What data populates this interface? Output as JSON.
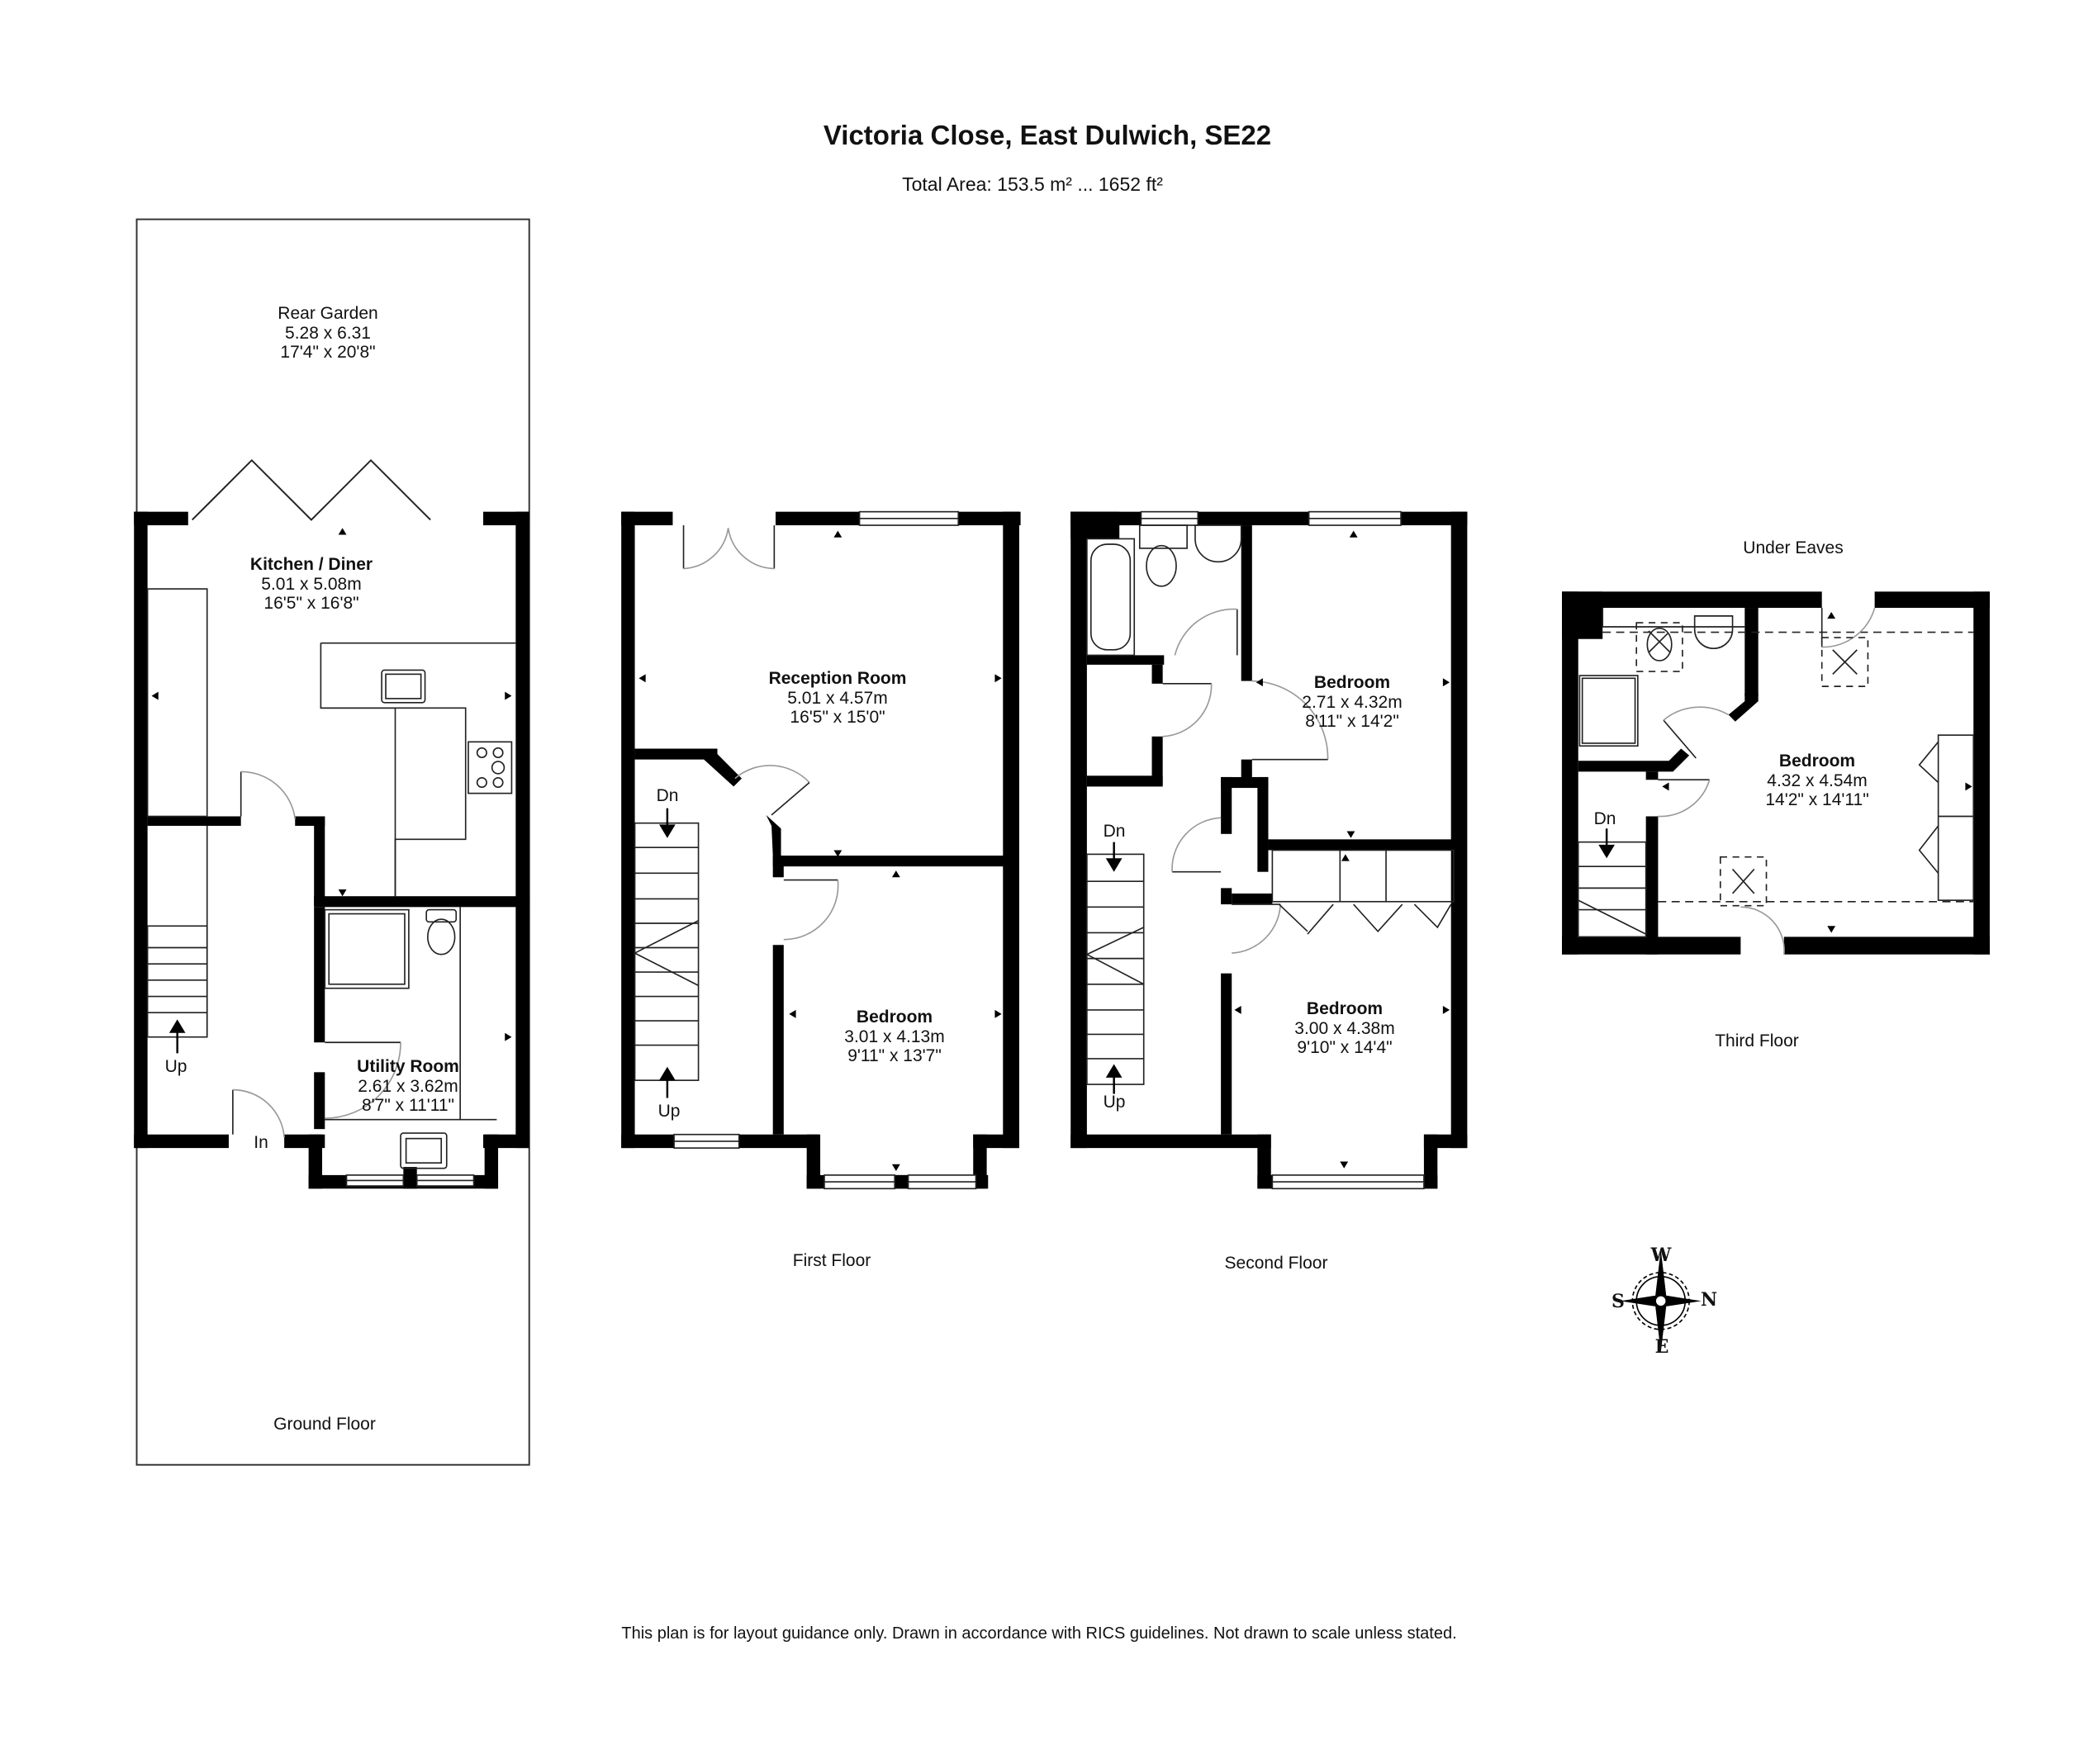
{
  "header": {
    "title": "Victoria Close, East Dulwich, SE22",
    "total_area": "Total Area: 153.5 m² ... 1652 ft²"
  },
  "ground_floor": {
    "label": "Ground Floor",
    "garden": {
      "name": "Rear Garden",
      "metric": "5.28 x 6.31",
      "imperial": "17'4\" x 20'8\""
    },
    "rooms": [
      {
        "name": "Kitchen / Diner",
        "metric": "5.01 x 5.08m",
        "imperial": "16'5\" x 16'8\""
      },
      {
        "name": "Utility Room",
        "metric": "2.61 x 3.62m",
        "imperial": "8'7\" x 11'11\""
      }
    ],
    "stairs_label": "Up",
    "entrance_label": "In"
  },
  "first_floor": {
    "label": "First Floor",
    "rooms": [
      {
        "name": "Reception Room",
        "metric": "5.01 x 4.57m",
        "imperial": "16'5\" x 15'0\""
      },
      {
        "name": "Bedroom",
        "metric": "3.01 x 4.13m",
        "imperial": "9'11\" x 13'7\""
      }
    ],
    "stairs_down": "Dn",
    "stairs_up": "Up"
  },
  "second_floor": {
    "label": "Second Floor",
    "rooms": [
      {
        "name": "Bedroom",
        "metric": "2.71 x 4.32m",
        "imperial": "8'11\" x 14'2\""
      },
      {
        "name": "Bedroom",
        "metric": "3.00 x 4.38m",
        "imperial": "9'10\" x 14'4\""
      }
    ],
    "stairs_down": "Dn",
    "stairs_up": "Up"
  },
  "third_floor": {
    "label": "Third Floor",
    "eaves_label": "Under Eaves",
    "rooms": [
      {
        "name": "Bedroom",
        "metric": "4.32 x 4.54m",
        "imperial": "14'2\" x 14'11\""
      }
    ],
    "stairs_down": "Dn"
  },
  "compass": {
    "top": "W",
    "left": "S",
    "right": "N",
    "bottom": "E"
  },
  "footer": {
    "disclaimer": "This plan is for layout guidance only. Drawn in accordance with RICS guidelines. Not drawn to scale unless stated."
  },
  "colors": {
    "wall": "#000000",
    "line": "#222222",
    "door_arc": "#999999",
    "background": "#ffffff"
  }
}
